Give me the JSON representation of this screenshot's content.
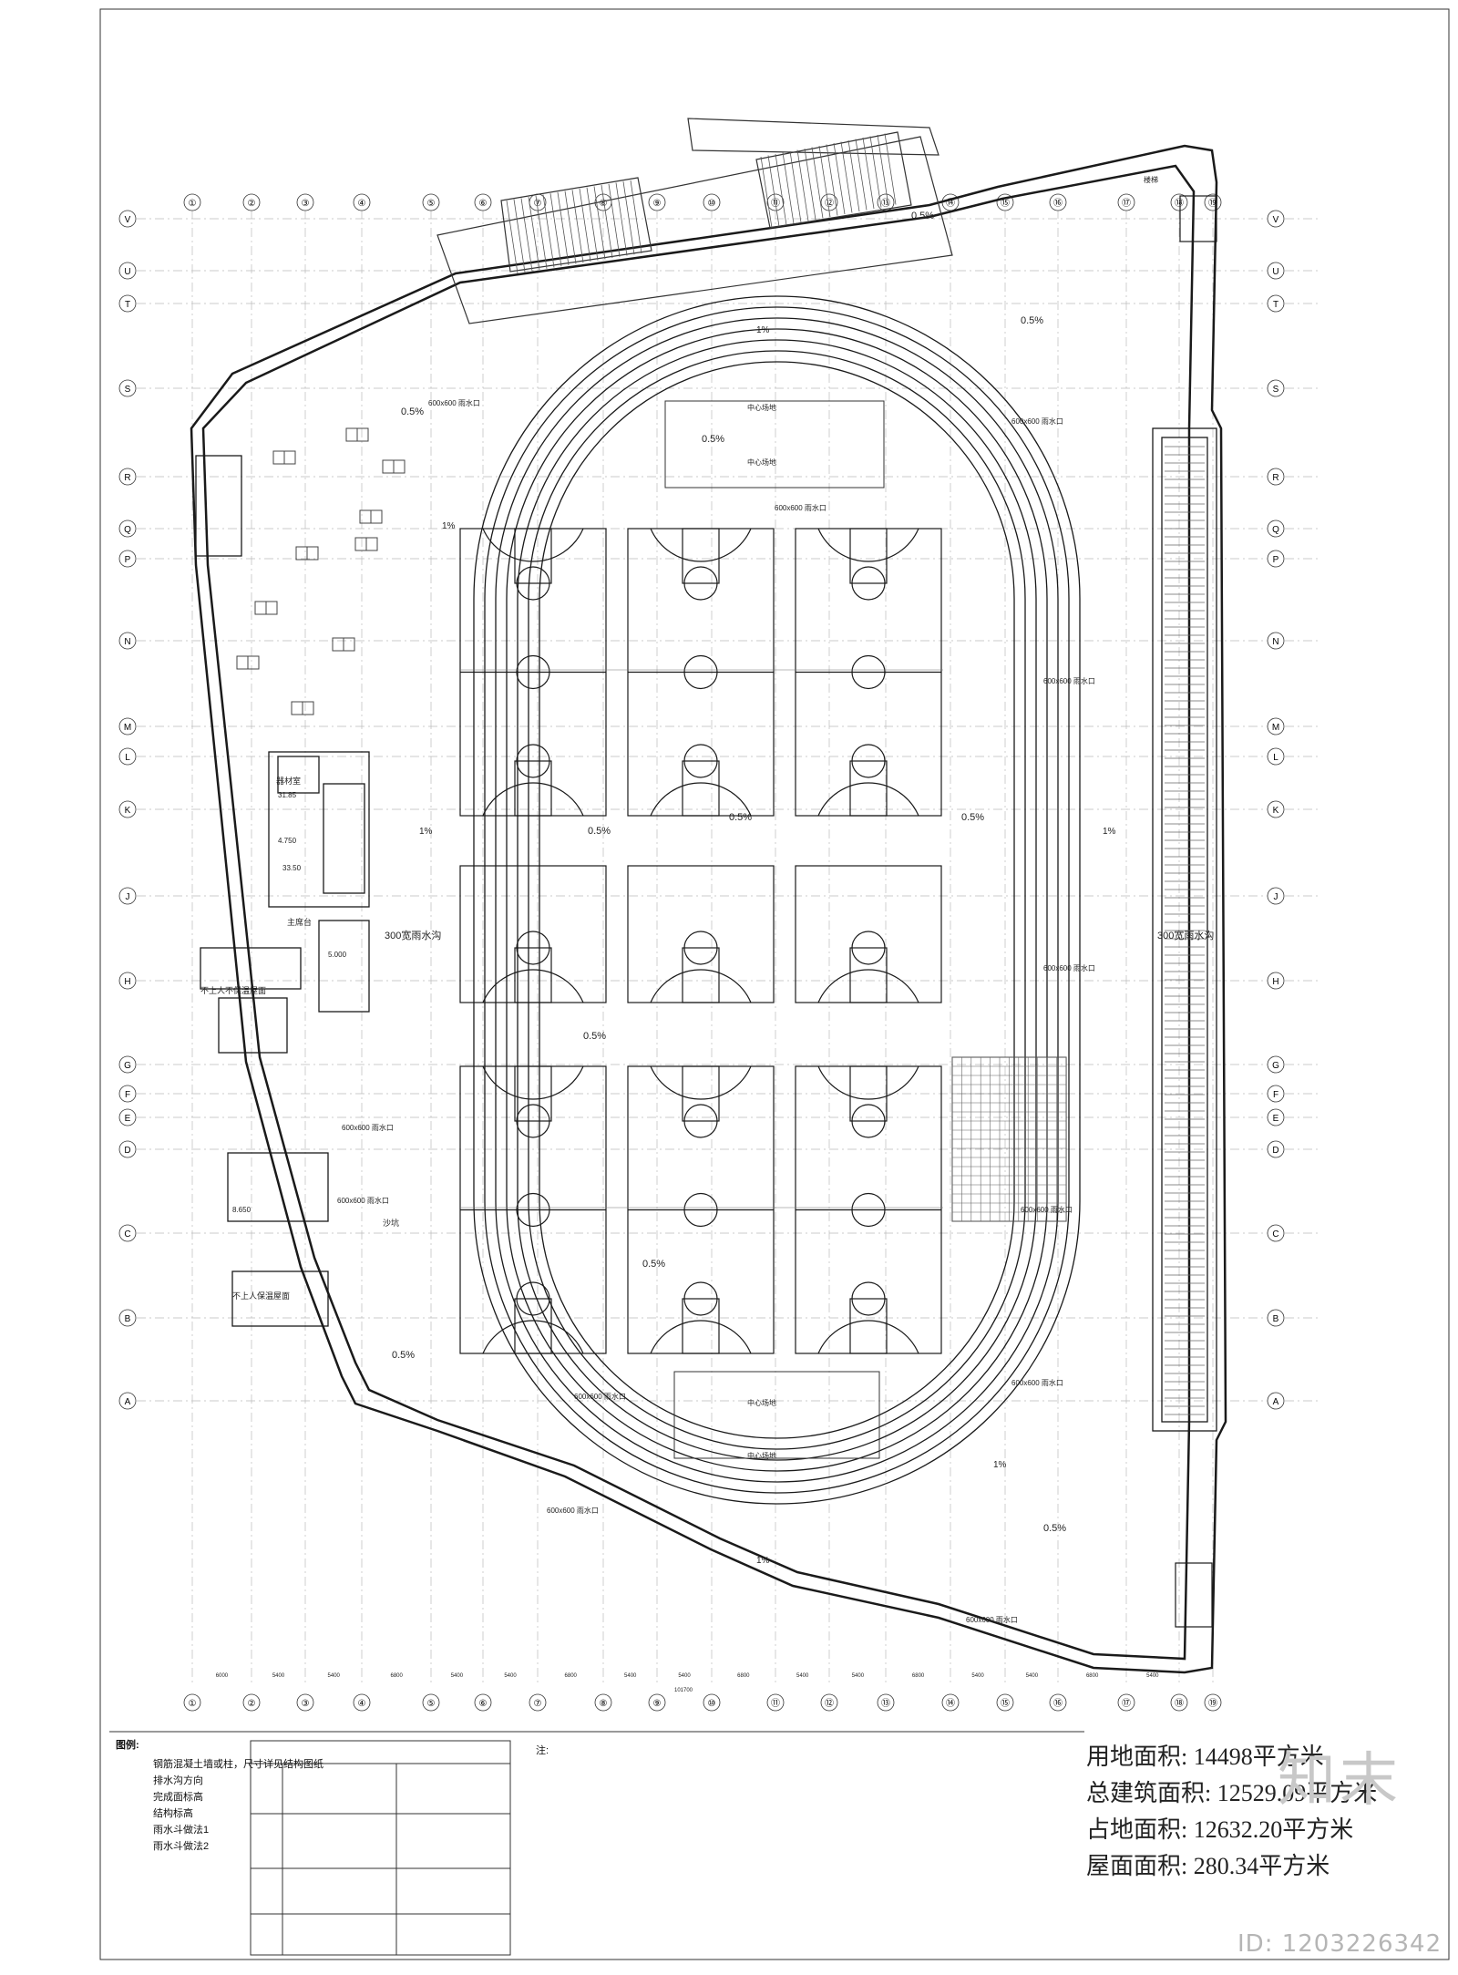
{
  "drawing": {
    "column_axes_top": [
      "①",
      "②",
      "③",
      "④",
      "⑤",
      "⑥",
      "⑦",
      "⑧",
      "⑨",
      "⑩",
      "⑪",
      "⑫",
      "⑬",
      "⑭",
      "⑮",
      "⑯",
      "⑰",
      "⑱",
      "⑲"
    ],
    "row_axes": [
      "V",
      "U",
      "T",
      "S",
      "R",
      "Q",
      "P",
      "N",
      "M",
      "L",
      "K",
      "J",
      "H",
      "G",
      "F",
      "E",
      "D",
      "C",
      "B",
      "A"
    ],
    "dims_bottom": [
      "6000",
      "5400",
      "5400",
      "6800",
      "5400",
      "5400",
      "6800",
      "5400",
      "5400",
      "6800",
      "5400",
      "5400",
      "6800",
      "5400",
      "5400",
      "6800",
      "5400"
    ],
    "total_dim": "101700",
    "labels": {
      "slope": "0.5%",
      "slope_1": "1%",
      "drain": "600x600 雨水口",
      "lane_300": "300宽雨水沟",
      "court_center": "中心场地",
      "equipment": "器材室",
      "main_stand": "主席台",
      "roof_no_access": "不上人不保温屋面",
      "roof_no_access_2": "不上人保温屋面",
      "sand_pit": "沙坑",
      "stairs": "楼梯",
      "level_1": "5.000",
      "level_2": "4.750",
      "level_3": "8.650",
      "level_4": "31.85",
      "level_5": "33.50"
    }
  },
  "legend": {
    "title": "图例:",
    "items": [
      "钢筋混凝土墙或柱，尺寸详见结构图纸",
      "排水沟方向",
      "完成面标高",
      "结构标高",
      "雨水斗做法1",
      "雨水斗做法2"
    ]
  },
  "notes": {
    "title": "注:"
  },
  "areas": {
    "site": "用地面积: 14498平方米",
    "gross": "总建筑面积: 12529.09平方米",
    "footprint": "占地面积: 12632.20平方米",
    "roof": "屋面面积: 280.34平方米"
  },
  "brand": {
    "logo": "知末",
    "id": "ID: 1203226342"
  },
  "colors": {
    "line": "#1a1a1a",
    "light_line": "#555555",
    "hatch": "#777777",
    "watermark": "#c8c8c8"
  }
}
